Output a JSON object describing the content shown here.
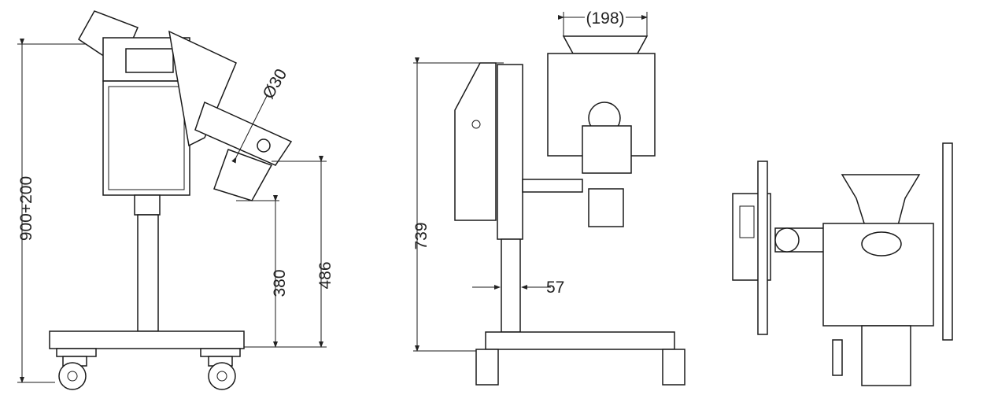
{
  "side_view": {
    "total_height": "900+200",
    "tube_diameter": "Ø30",
    "outlet_height": "380",
    "inlet_height": "486"
  },
  "front_view": {
    "height": "739",
    "column_width": "57",
    "hopper_width": "(198)"
  },
  "top_view": {}
}
